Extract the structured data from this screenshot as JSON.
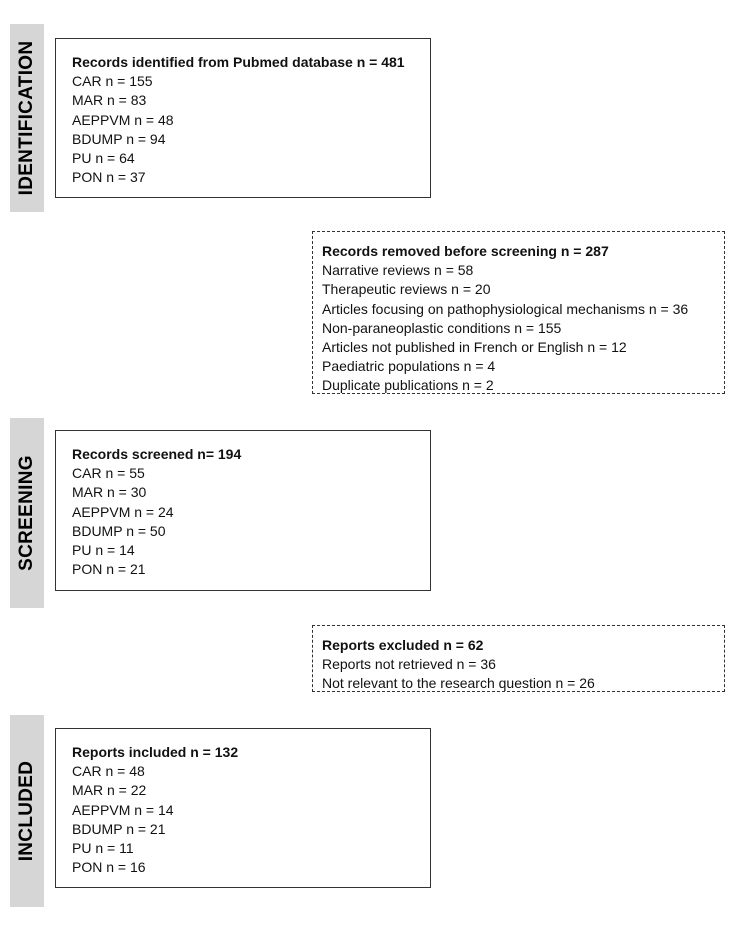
{
  "stages": {
    "identification": "IDENTIFICATION",
    "screening": "SCREENING",
    "included": "INCLUDED"
  },
  "identified": {
    "title": "Records identified from Pubmed database n = 481",
    "items": [
      "CAR n = 155",
      "MAR n = 83",
      "AEPPVM n = 48",
      "BDUMP n = 94",
      "PU n = 64",
      "PON n = 37"
    ]
  },
  "removed": {
    "title": "Records removed before screening n = 287",
    "items": [
      "Narrative reviews n = 58",
      "Therapeutic reviews n = 20",
      "Articles focusing on pathophysiological mechanisms  n = 36",
      "Non-paraneoplastic conditions n = 155",
      "Articles not published in French or English n = 12",
      "Paediatric populations  n = 4",
      "Duplicate publications  n = 2"
    ]
  },
  "screened": {
    "title": "Records screened n= 194",
    "items": [
      "CAR n = 55",
      "MAR n = 30",
      "AEPPVM n = 24",
      "BDUMP n = 50",
      "PU n = 14",
      "PON n = 21"
    ]
  },
  "excluded": {
    "title": "Reports excluded n = 62",
    "items": [
      "Reports not retrieved n = 36",
      "Not relevant to the research question n = 26"
    ]
  },
  "included": {
    "title": "Reports included n = 132",
    "items": [
      "CAR n = 48",
      "MAR n = 22",
      "AEPPVM n = 14",
      "BDUMP n = 21",
      "PU n = 11",
      "PON n = 16"
    ]
  }
}
